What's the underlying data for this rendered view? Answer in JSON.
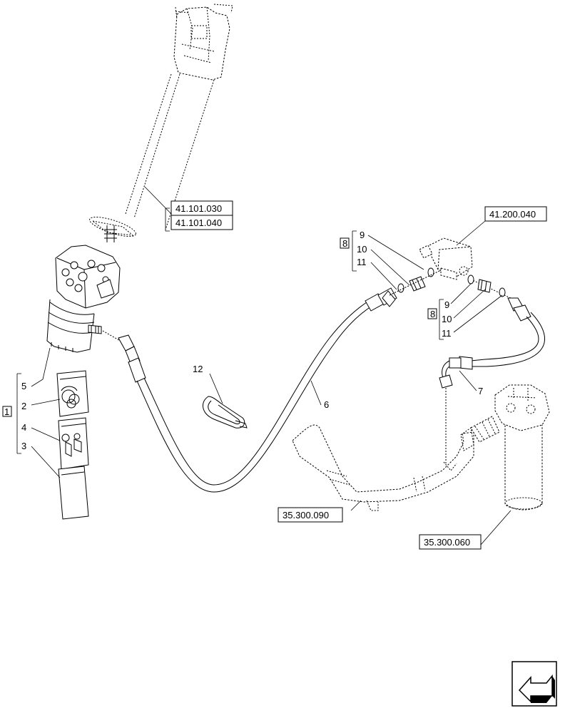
{
  "references": {
    "steering_column_1": "41.101.030",
    "steering_column_2": "41.101.040",
    "valve": "41.200.040",
    "tube": "35.300.090",
    "filter": "35.300.060"
  },
  "callouts": {
    "kit": "1",
    "seal_kit": "2",
    "small_parts_bag": "3",
    "fittings_bag": "4",
    "steering_unit": "5",
    "hose_main": "6",
    "hose_filter": "7",
    "fitting_set_upper": "8",
    "fitting_set_lower": "8",
    "oring_upper": "9",
    "adapter_upper": "10",
    "washer_upper": "11",
    "oring_lower": "9",
    "adapter_lower": "10",
    "washer_lower": "11",
    "clamp": "12"
  },
  "colors": {
    "line": "#000000",
    "background": "#ffffff"
  },
  "icons": {
    "nav": "arrow-left-icon"
  }
}
